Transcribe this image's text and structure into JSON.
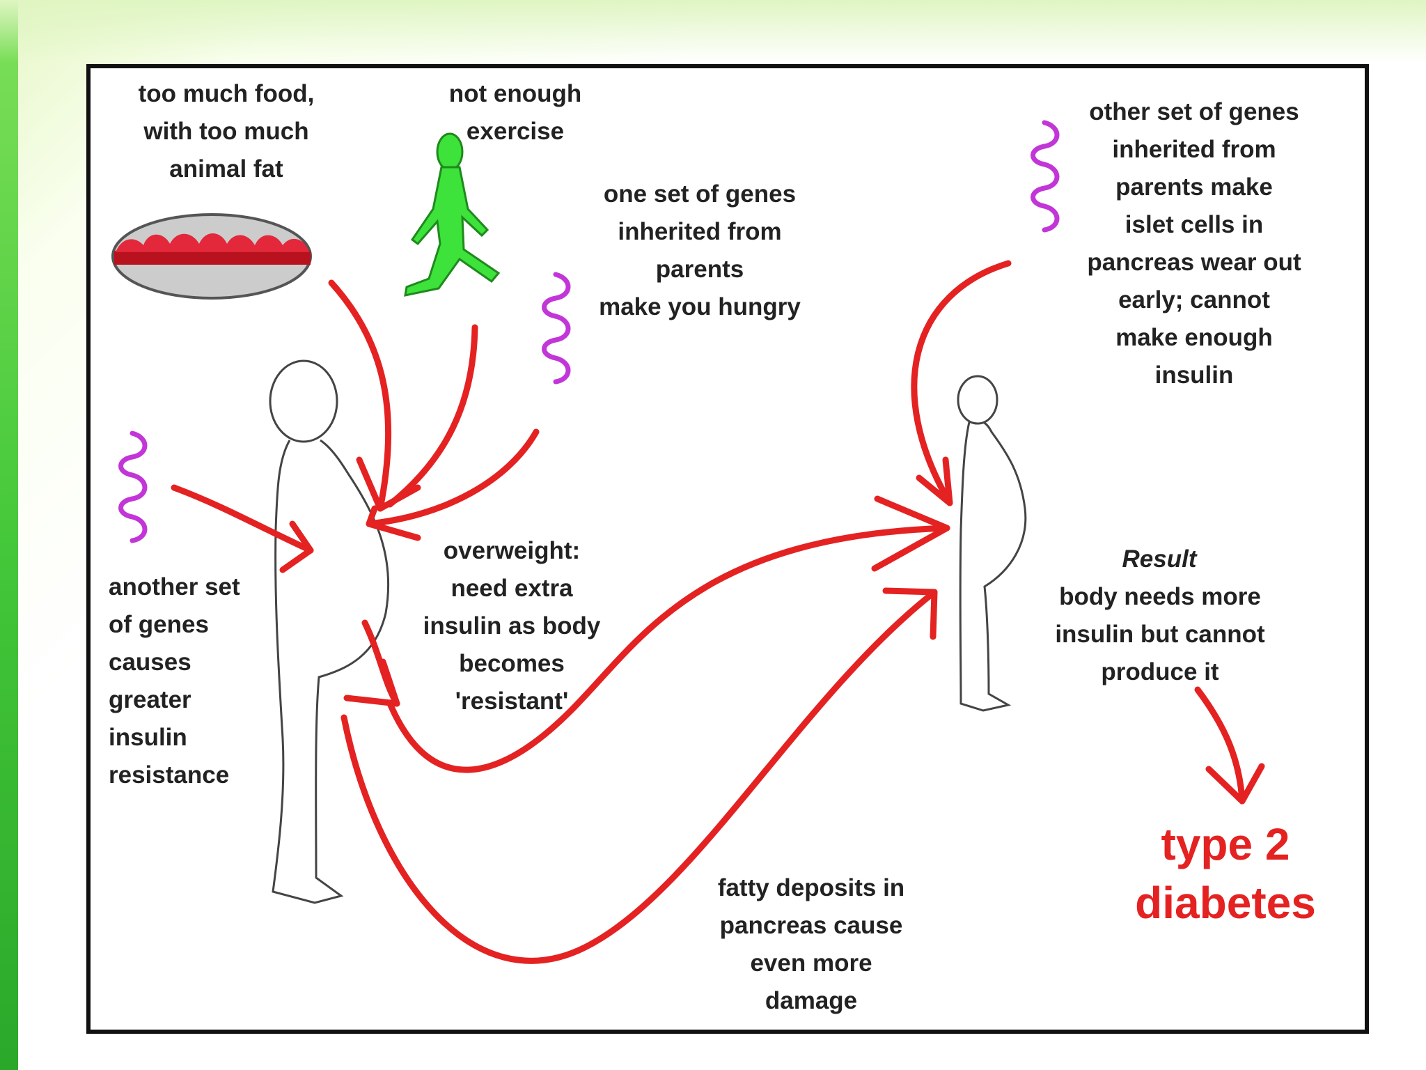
{
  "colors": {
    "arrow": "#e42222",
    "gene": "#c236d8",
    "figure": "#3de23a",
    "plate": "#cccccc",
    "food": "#d81c2c",
    "frame": "#111111",
    "accent_green": "#45c83a"
  },
  "labels": {
    "food": "too much food,\nwith too much\nanimal fat",
    "exercise": "not enough\nexercise",
    "genes_hungry": "one set of genes\ninherited from\nparents\nmake you  hungry",
    "genes_islet": "other set of genes\ninherited from\nparents make\nislet cells in\npancreas wear out\nearly; cannot\nmake enough\ninsulin",
    "genes_resistance": "another set\nof genes\ncauses\ngreater\ninsulin\nresistance",
    "overweight": "overweight:\nneed extra\ninsulin as body\nbecomes\n'resistant'",
    "fatty_deposits": "fatty deposits in\npancreas cause\neven more\ndamage",
    "result_heading": "Result",
    "result_body": "body needs more\ninsulin but cannot\nproduce it",
    "outcome": "type 2\ndiabetes"
  },
  "icons": [
    "food-plate-icon",
    "walking-person-icon",
    "gene-coil-icon",
    "obese-person-figure",
    "thin-person-figure",
    "arrow-icon"
  ]
}
